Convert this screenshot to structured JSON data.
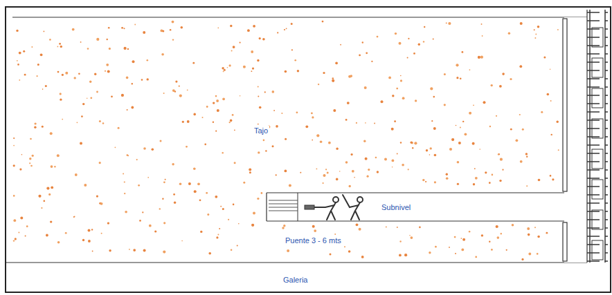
{
  "diagram": {
    "nodes": [
      {
        "text": [
          "Tajo"
        ]
      },
      {
        "text": [
          "Subnivel"
        ]
      },
      {
        "text": [
          "Puente 3 - 6 mts"
        ]
      },
      {
        "text": [
          "Galeria"
        ]
      }
    ]
  }
}
